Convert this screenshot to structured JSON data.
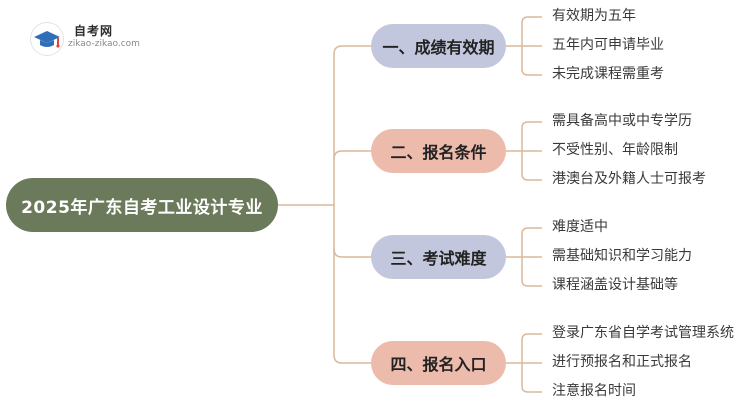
{
  "logo": {
    "title": "自考网",
    "subtitle": "zikao-zikao.com",
    "icon": "graduation-cap-icon",
    "colors": {
      "cap": "#2e6fb7",
      "accent": "#e2463a"
    }
  },
  "root": {
    "label": "2025年广东自考工业设计专业",
    "color": "#6b7a5a"
  },
  "line_color": "#d9b89c",
  "branches": [
    {
      "label": "一、成绩有效期",
      "color": "#c3c7dd",
      "leaves": [
        "有效期为五年",
        "五年内可申请毕业",
        "未完成课程需重考"
      ]
    },
    {
      "label": "二、报名条件",
      "color": "#edbbab",
      "leaves": [
        "需具备高中或中专学历",
        "不受性别、年龄限制",
        "港澳台及外籍人士可报考"
      ]
    },
    {
      "label": "三、考试难度",
      "color": "#c3c7dd",
      "leaves": [
        "难度适中",
        "需基础知识和学习能力",
        "课程涵盖设计基础等"
      ]
    },
    {
      "label": "四、报名入口",
      "color": "#edbbab",
      "leaves": [
        "登录广东省自学考试管理系统",
        "进行预报名和正式报名",
        "注意报名时间"
      ]
    }
  ]
}
